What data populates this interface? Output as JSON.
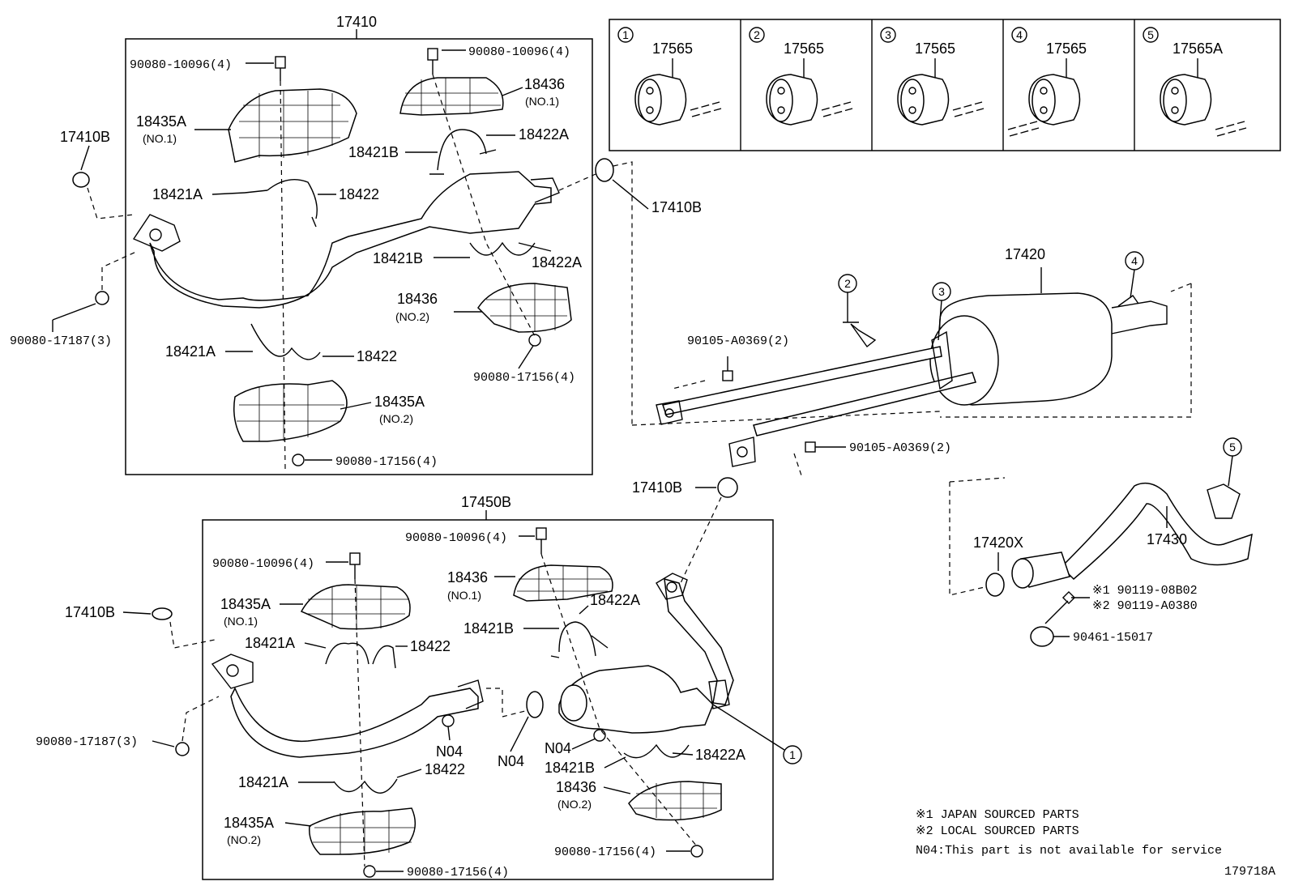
{
  "assemblies": {
    "top": "17410",
    "bottom": "17450B",
    "muffler": "17420",
    "tail_pipe": "17430"
  },
  "hangers": [
    {
      "num": "1",
      "part": "17565"
    },
    {
      "num": "2",
      "part": "17565"
    },
    {
      "num": "3",
      "part": "17565"
    },
    {
      "num": "4",
      "part": "17565"
    },
    {
      "num": "5",
      "part": "17565A"
    }
  ],
  "top_box": {
    "bolt_left": "90080-10096(4)",
    "bolt_right": "90080-10096(4)",
    "heat_ins_no1": "18435A",
    "heat_ins_no1_sub": "(NO.1)",
    "heat_ins_upper_r": "18436",
    "heat_ins_upper_r_sub": "(NO.1)",
    "clamp_a_r1": "18422A",
    "clamp_b_r1": "18421B",
    "clamp_a_l1": "18421A",
    "clamp_l1": "18422",
    "clamp_b_r2": "18421B",
    "clamp_a_r2": "18422A",
    "heat_ins_r2": "18436",
    "heat_ins_r2_sub": "(NO.2)",
    "nut_r": "90080-17156(4)",
    "clamp_a_l2": "18421A",
    "clamp_l2": "18422",
    "heat_ins_no2": "18435A",
    "heat_ins_no2_sub": "(NO.2)",
    "nut_bottom": "90080-17156(4)"
  },
  "outside_top": {
    "gasket_left": "17410B",
    "stud_left": "90080-17187(3)",
    "gasket_right": "17410B"
  },
  "muffler_area": {
    "bolt_upper": "90105-A0369(2)",
    "bolt_lower": "90105-A0369(2)",
    "gasket_mid": "17410B",
    "circle_2": "2",
    "circle_3": "3",
    "circle_4": "4",
    "circle_5": "5"
  },
  "tail_area": {
    "gasket": "17420X",
    "bolt_1": "※1 90119-08B02",
    "bolt_2": "※2 90119-A0380",
    "clamp": "90461-15017"
  },
  "bottom_box": {
    "bolt_top": "90080-10096(4)",
    "bolt_left": "90080-10096(4)",
    "heat_ins_no1": "18435A",
    "heat_ins_no1_sub": "(NO.1)",
    "heat_ins_r_no1": "18436",
    "heat_ins_r_no1_sub": "(NO.1)",
    "clamp_a_r1": "18422A",
    "clamp_b_r1": "18421B",
    "clamp_a_l1": "18421A",
    "clamp_l1": "18422",
    "n04_a": "N04",
    "n04_b": "N04",
    "n04_c": "N04",
    "clamp_b_r2": "18421B",
    "clamp_a_r2": "18422A",
    "clamp_a_l2": "18421A",
    "clamp_l2": "18422",
    "heat_ins_r_no2": "18436",
    "heat_ins_r_no2_sub": "(NO.2)",
    "heat_ins_no2": "18435A",
    "heat_ins_no2_sub": "(NO.2)",
    "nut_r": "90080-17156(4)",
    "nut_l": "90080-17156(4)",
    "circle_1": "1"
  },
  "outside_bottom": {
    "gasket_left": "17410B",
    "stud_left": "90080-17187(3)"
  },
  "notes": [
    "※1  JAPAN SOURCED PARTS",
    "※2  LOCAL SOURCED PARTS",
    "N04:This part is not available for service"
  ],
  "figure_id": "179718A"
}
